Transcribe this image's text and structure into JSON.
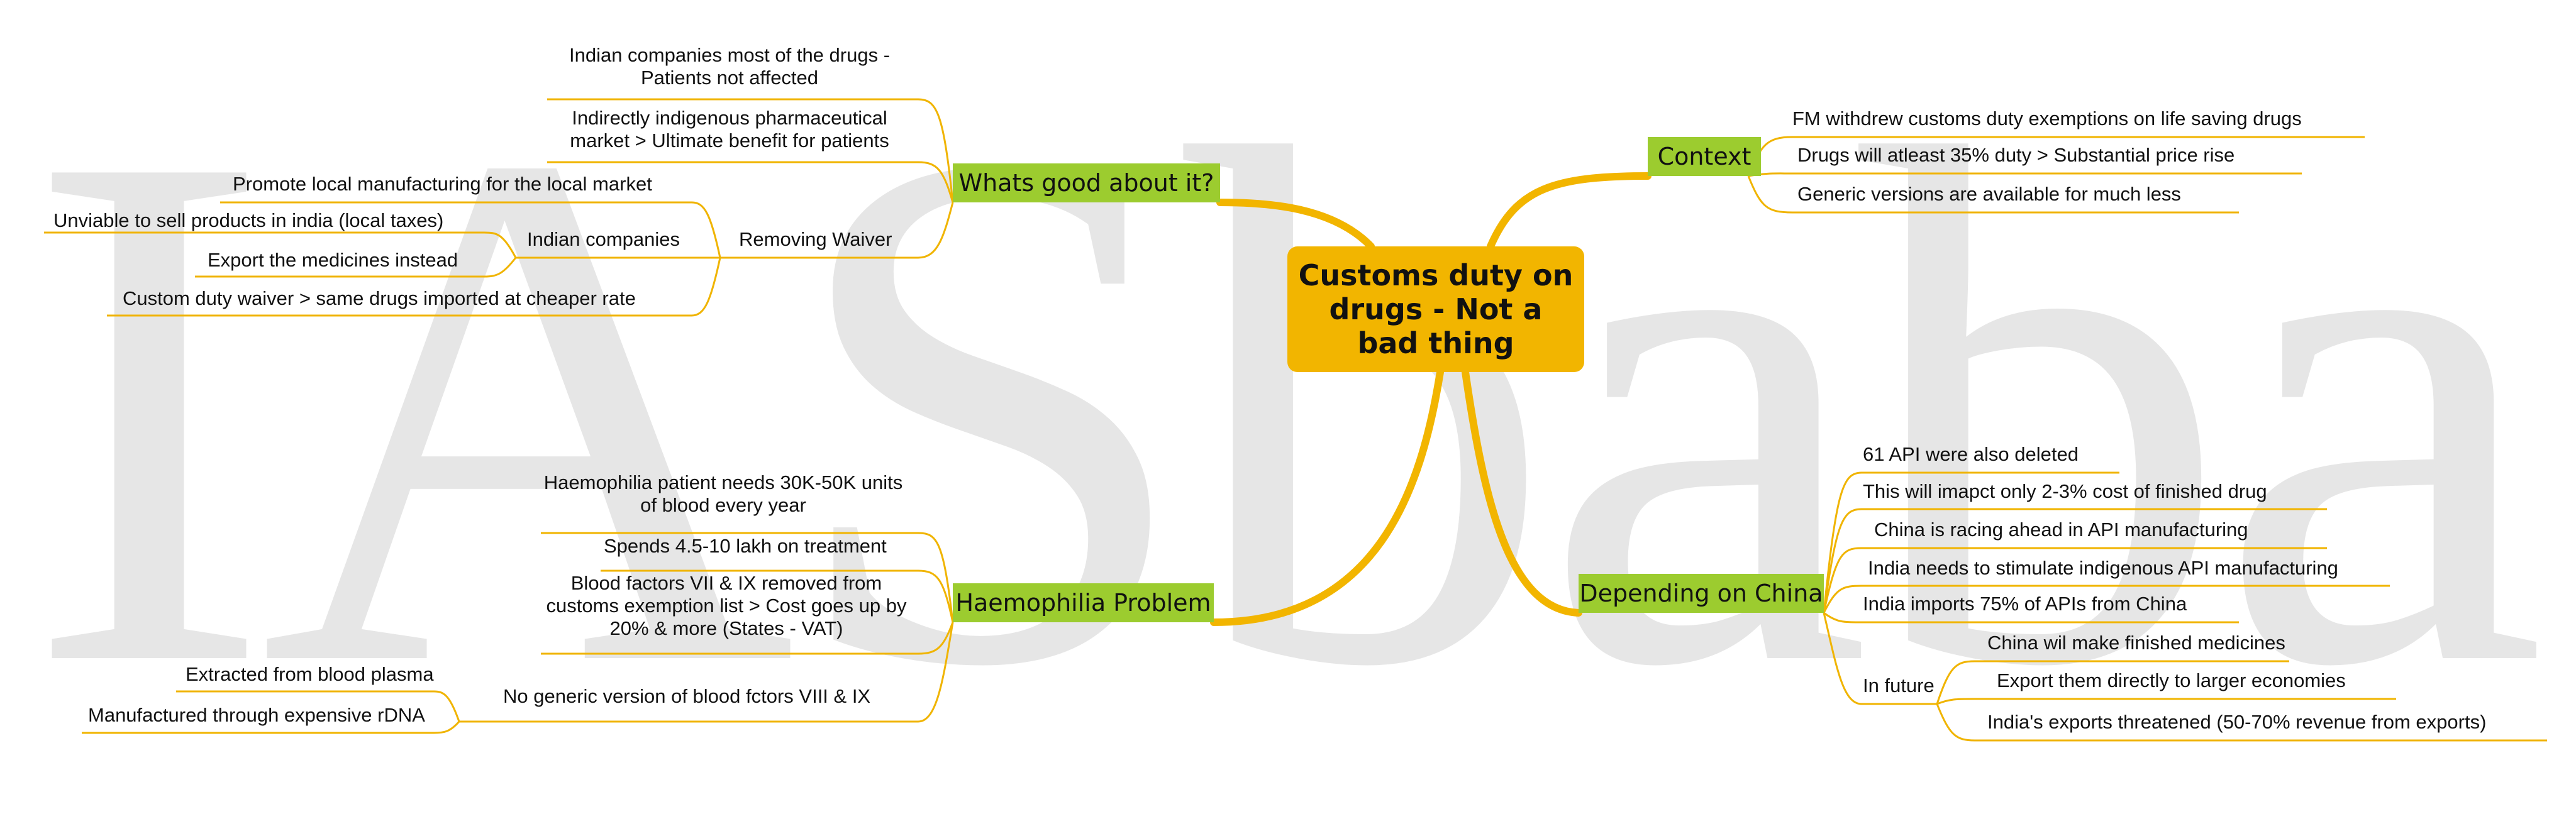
{
  "watermark": "IASbaba",
  "central": "Customs duty on drugs - Not a bad thing",
  "branches": {
    "context": {
      "label": "Context",
      "items": [
        "FM withdrew customs duty exemptions on life saving drugs",
        "Drugs will atleast 35% duty > Substantial price rise",
        "Generic versions are available for much less"
      ]
    },
    "china": {
      "label": "Depending on China",
      "items": [
        "61 API were also deleted",
        "This will imapct only 2-3% cost of finished drug",
        "China is racing ahead in API manufacturing",
        "India needs to stimulate indigenous API manufacturing",
        "India imports 75% of APIs from China"
      ],
      "future": {
        "label": "In future",
        "items": [
          "China wil make finished medicines",
          "Export them directly to larger economies",
          "India's exports threatened (50-70% revenue from exports)"
        ]
      }
    },
    "good": {
      "label": "Whats good about it?",
      "items": [
        "Indian companies most of the drugs - Patients not affected",
        "Indirectly indigenous pharmaceutical market > Ultimate benefit for patients"
      ],
      "waiver": {
        "label": "Removing Waiver",
        "items": [
          "Promote local manufacturing for the local market",
          "Custom duty waiver > same drugs imported at cheaper rate"
        ],
        "indian": {
          "label": "Indian companies",
          "items": [
            "Unviable to sell products in india (local taxes)",
            "Export the medicines instead"
          ]
        }
      }
    },
    "haemo": {
      "label": "Haemophilia Problem",
      "items": [
        "Haemophilia patient needs 30K-50K units of blood every year",
        "Spends 4.5-10 lakh on treatment",
        "Blood factors VII & IX removed from customs exemption list > Cost goes up by 20% & more (States - VAT)"
      ],
      "generic": {
        "label": "No generic version of blood fctors VIII & IX",
        "items": [
          "Extracted from blood plasma",
          "Manufactured through expensive rDNA"
        ]
      }
    }
  },
  "colors": {
    "central": "#f2b500",
    "branch": "#9ccc2f",
    "connector": "#f2b500",
    "underline": "#f0b400",
    "watermark": "#e6e6e6"
  }
}
